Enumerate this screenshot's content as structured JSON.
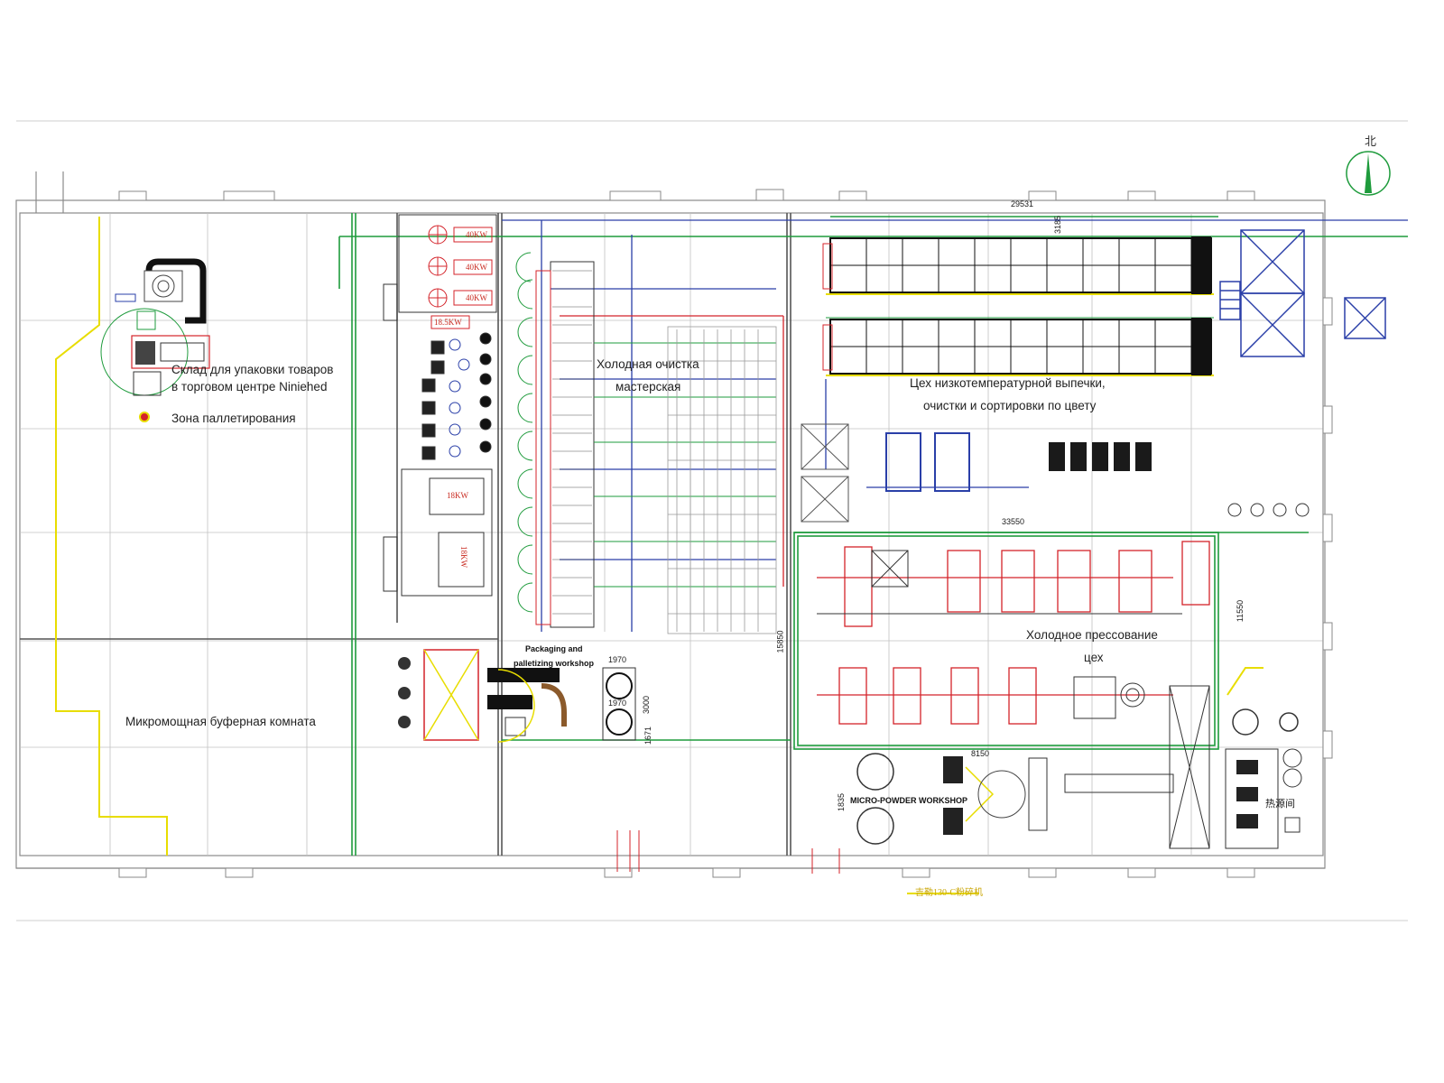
{
  "labels": {
    "packing_warehouse_1": "Склад для упаковки товаров",
    "packing_warehouse_2": "в торговом центре Niniehed",
    "palletizing_zone": "Зона паллетирования",
    "cold_cleaning_1": "Холодная очистка",
    "cold_cleaning_2": "мастерская",
    "low_temp_1": "Цех низкотемпературной выпечки,",
    "low_temp_2": "очистки и сортировки по цвету",
    "cold_press_1": "Холодное прессование",
    "cold_press_2": "цех",
    "micro_buffer": "Микромощная буферная комната",
    "packaging_en_1": "Packaging and",
    "packaging_en_2": "palletizing workshop",
    "micro_powder_en": "MICRO-POWDER WORKSHOP",
    "north_symbol": "北",
    "heat_room": "热源间",
    "yellow_note": "吉勒130-C粉碎机"
  },
  "dimensions": {
    "d1": "29531",
    "d2": "33550",
    "d3": "11550",
    "d4": "1970",
    "d5": "1970",
    "d6": "3000",
    "d7": "1671",
    "d8": "1835",
    "d9": "8150",
    "d10": "15850",
    "d11": "3185"
  },
  "equipment_tags": {
    "p1": "40KW",
    "p2": "40KW",
    "p3": "40KW",
    "p4": "18.5KW",
    "p5": "18KW",
    "p6": "18KW"
  },
  "colors": {
    "wall": "#8a8a8a",
    "grid": "#b9b9b9",
    "green": "#1e9b3c",
    "blue": "#2a3fa8",
    "red": "#d4232a",
    "yellow": "#e8dd00",
    "black": "#111111"
  }
}
